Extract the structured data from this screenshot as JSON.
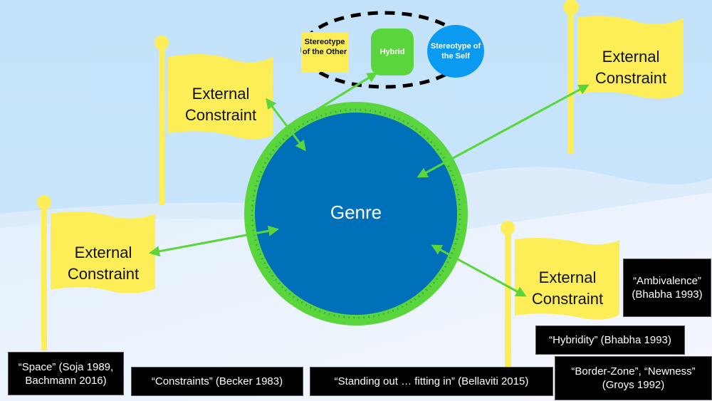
{
  "colors": {
    "sky": "#c6e4fa",
    "flag": "#fdee57",
    "genre": "#0070b8",
    "genre_border": "#5ad63c",
    "arrow": "#5ad63c",
    "hybrid": "#5ad63c",
    "self": "#0a9bf0",
    "other": "#fdee57",
    "ref_bg": "#000000",
    "ref_text": "#ffffff"
  },
  "center": {
    "label": "Genre"
  },
  "hybrid_group": {
    "other": "Stereotype of the Other",
    "hybrid": "Hybrid",
    "self": "Stereotype of the Self"
  },
  "flags": [
    {
      "id": "top-left",
      "line1": "External",
      "line2": "Constraint"
    },
    {
      "id": "top-right",
      "line1": "External",
      "line2": "Constraint"
    },
    {
      "id": "mid-left",
      "line1": "External",
      "line2": "Constraint"
    },
    {
      "id": "bottom-right",
      "line1": "External",
      "line2": "Constraint"
    }
  ],
  "references": [
    {
      "id": "space",
      "line1": "“Space” (Soja 1989,",
      "line2": "Bachmann 2016)"
    },
    {
      "id": "constraints",
      "line1": "“Constraints” (Becker 1983)",
      "line2": ""
    },
    {
      "id": "standing-out",
      "line1": "“Standing out … fitting in” (Bellaviti 2015)",
      "line2": ""
    },
    {
      "id": "ambivalence",
      "line1": "“Ambivalence”",
      "line2": "(Bhabha 1993)"
    },
    {
      "id": "hybridity",
      "line1": "“Hybridity” (Bhabha 1993)",
      "line2": ""
    },
    {
      "id": "border-zone",
      "line1": "“Border-Zone”, “Newness”",
      "line2": "(Groys 1992)"
    }
  ]
}
